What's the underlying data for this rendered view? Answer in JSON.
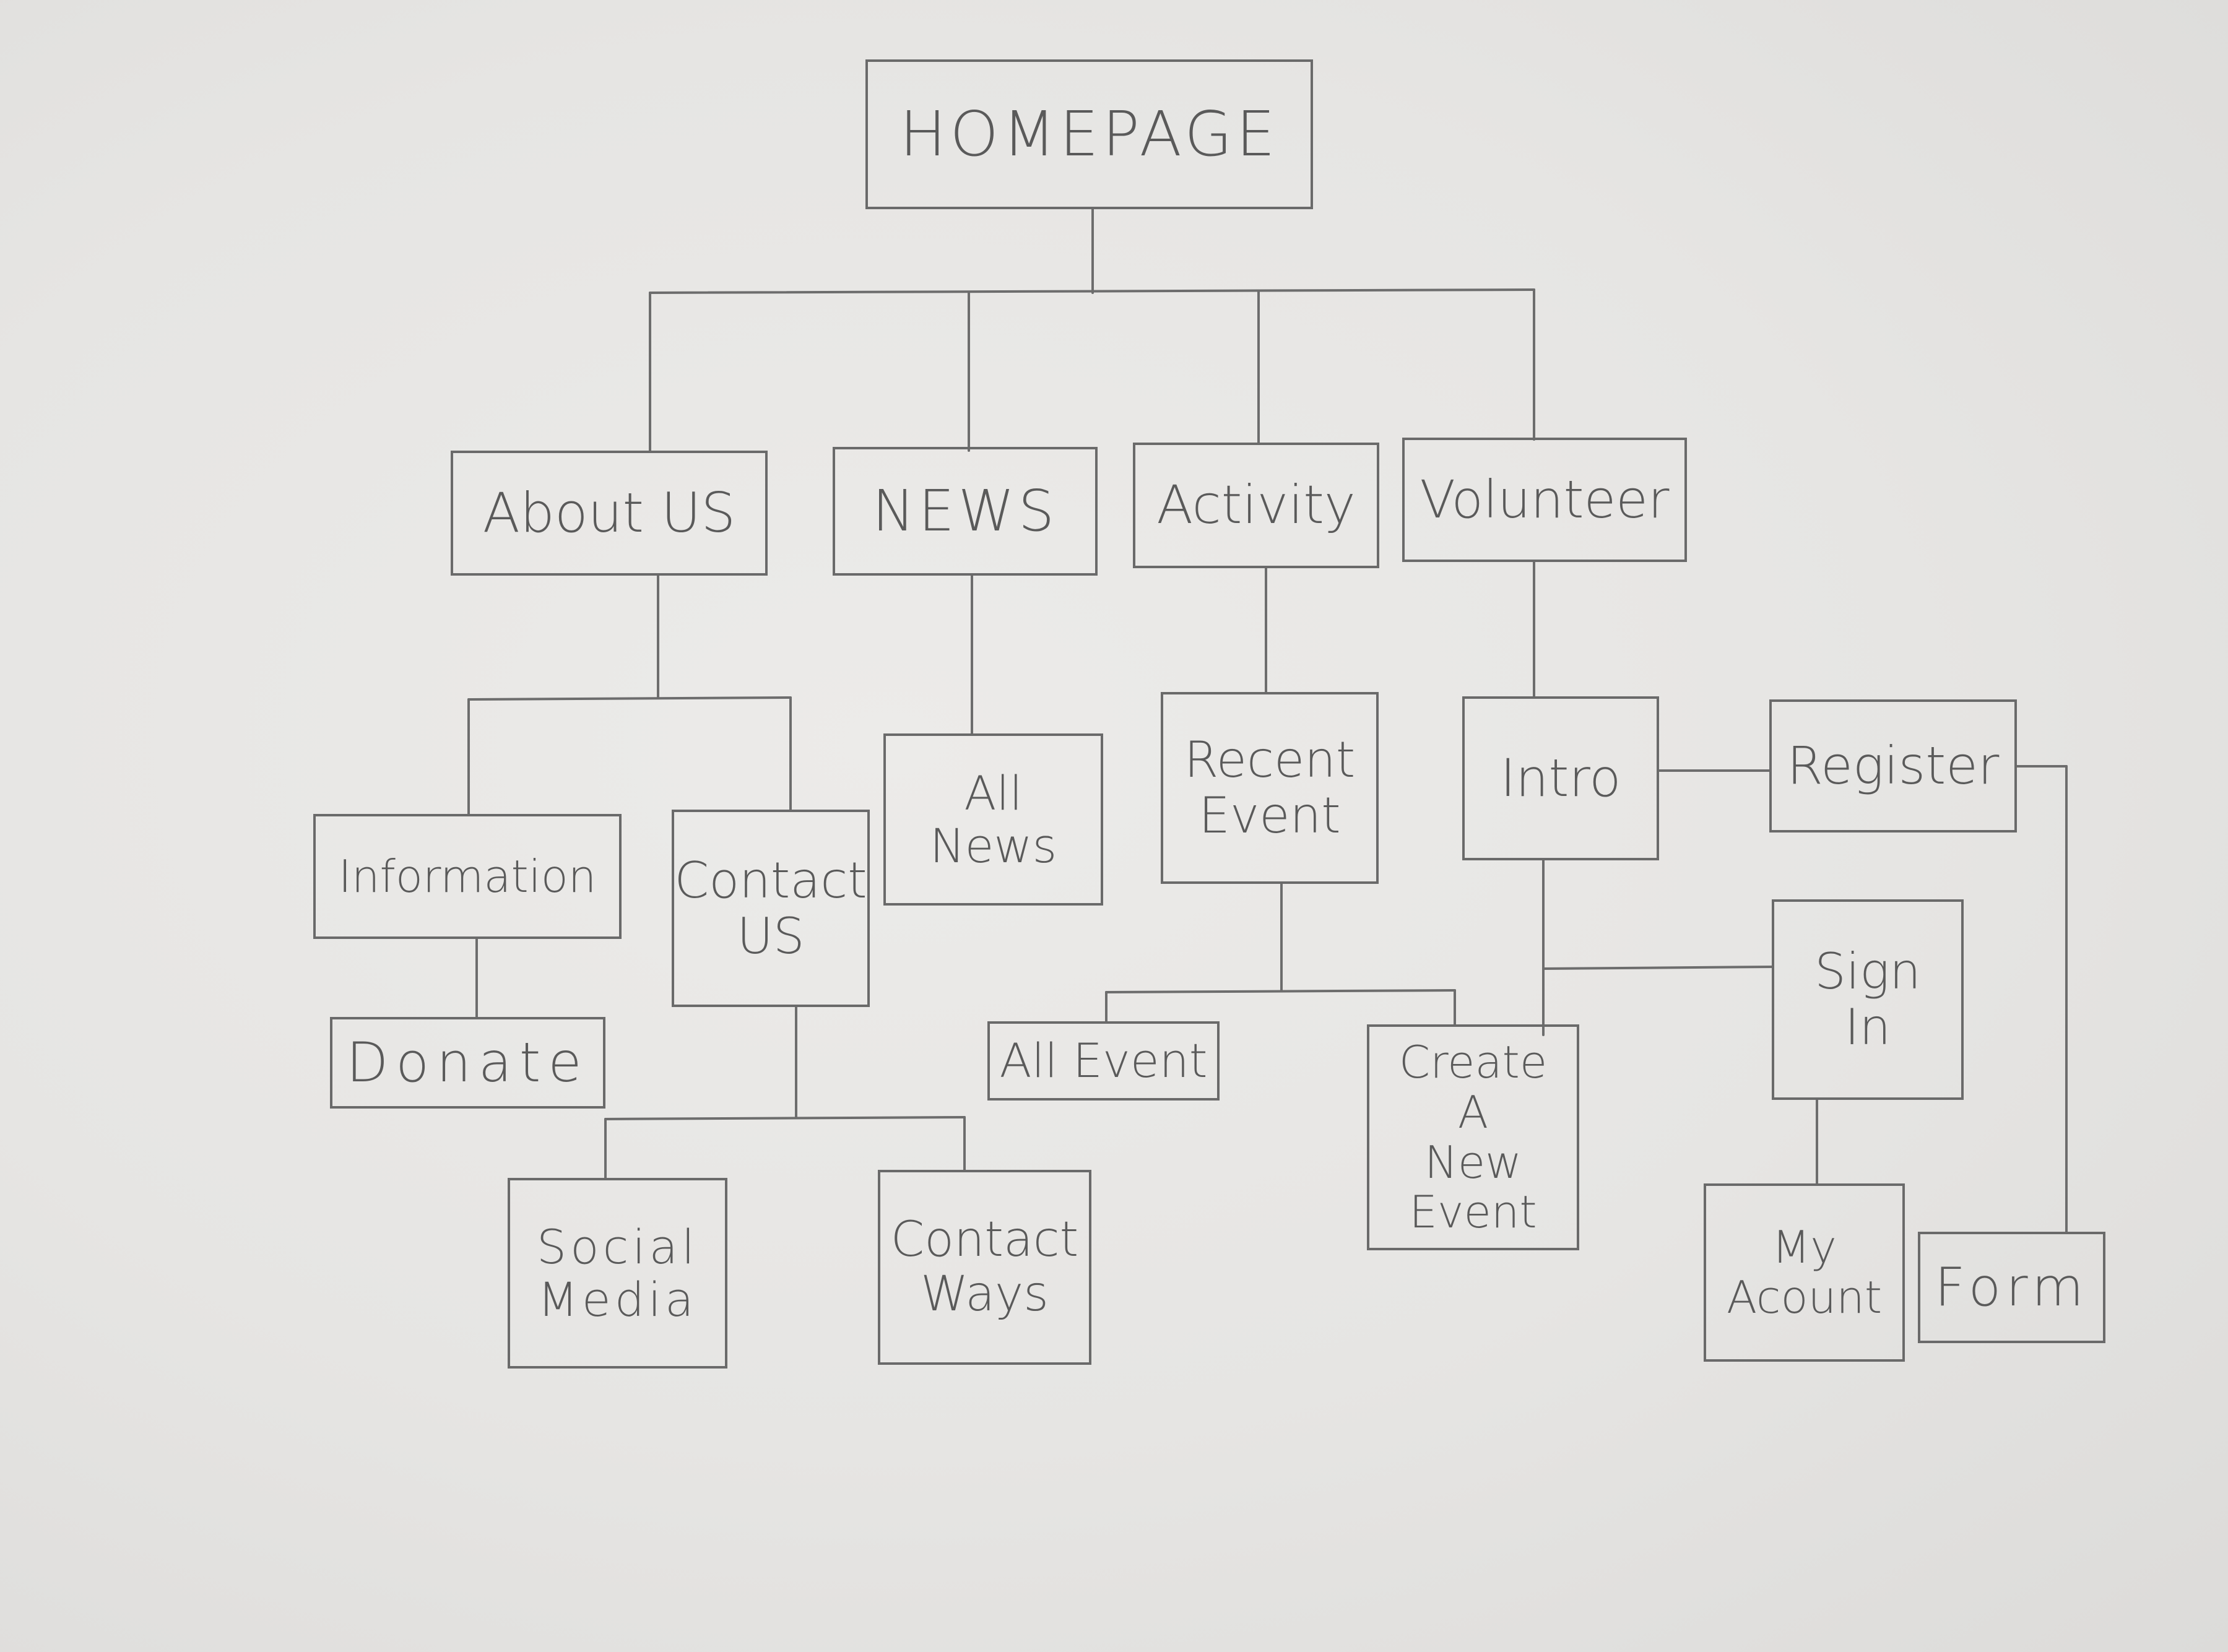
{
  "diagram": {
    "nodes": [
      {
        "id": "home",
        "label": "HOMEPAGE"
      },
      {
        "id": "about",
        "label": "About US"
      },
      {
        "id": "news",
        "label": "NEWS"
      },
      {
        "id": "activity",
        "label": "Activity"
      },
      {
        "id": "volunteer",
        "label": "Volunteer"
      },
      {
        "id": "information",
        "label": "Information"
      },
      {
        "id": "contact",
        "label": "Contact\nUS"
      },
      {
        "id": "allnews",
        "label": "All\nNews"
      },
      {
        "id": "recent",
        "label": "Recent\nEvent"
      },
      {
        "id": "intro",
        "label": "Intro"
      },
      {
        "id": "register",
        "label": "Register"
      },
      {
        "id": "signin",
        "label": "Sign\nIn"
      },
      {
        "id": "donate",
        "label": "Donate"
      },
      {
        "id": "allevent",
        "label": "All Event"
      },
      {
        "id": "create",
        "label": "Create\nA\nNew Event"
      },
      {
        "id": "social",
        "label": "Social\nMedia"
      },
      {
        "id": "ways",
        "label": "Contact\nWays"
      },
      {
        "id": "myaccount",
        "label": "My\nAcount"
      },
      {
        "id": "form",
        "label": "Form"
      }
    ],
    "edges": [
      [
        "home",
        "about"
      ],
      [
        "home",
        "news"
      ],
      [
        "home",
        "activity"
      ],
      [
        "home",
        "volunteer"
      ],
      [
        "about",
        "information"
      ],
      [
        "about",
        "contact"
      ],
      [
        "information",
        "donate"
      ],
      [
        "contact",
        "social"
      ],
      [
        "contact",
        "ways"
      ],
      [
        "news",
        "allnews"
      ],
      [
        "activity",
        "recent"
      ],
      [
        "recent",
        "allevent"
      ],
      [
        "recent",
        "create"
      ],
      [
        "volunteer",
        "intro"
      ],
      [
        "intro",
        "register"
      ],
      [
        "intro",
        "signin"
      ],
      [
        "intro",
        "create"
      ],
      [
        "signin",
        "myaccount"
      ],
      [
        "register",
        "form"
      ]
    ]
  }
}
